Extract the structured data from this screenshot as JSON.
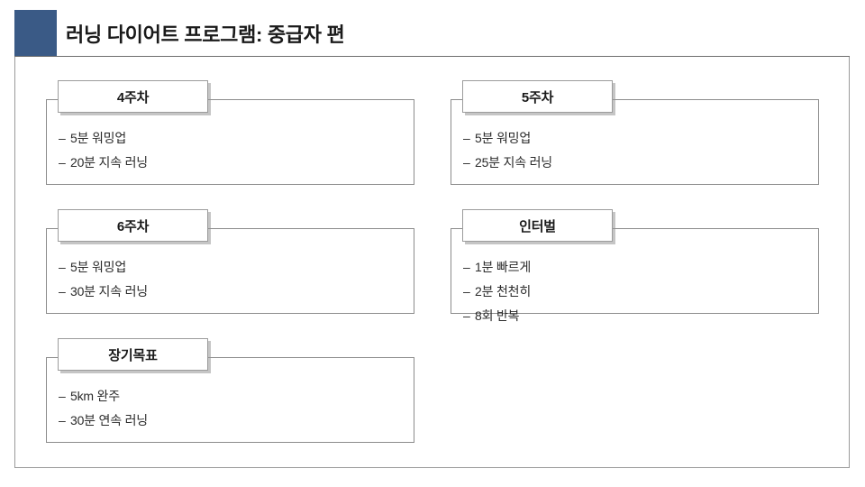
{
  "header": {
    "title": "러닝 다이어트 프로그램: 중급자 편",
    "accent_color": "#3a5party"
  },
  "theme": {
    "accent_color": "#3a5party",
    "card_border": "#8c8c8c",
    "tab_border": "#9c9c9c",
    "text_color": "#2b2b2b",
    "background": "#ffffff"
  },
  "cards": [
    {
      "title": "4주차",
      "items": [
        {
          "dash": "–",
          "text": "5분 워밍업"
        },
        {
          "dash": "–",
          "text": "20분 지속 러닝"
        }
      ]
    },
    {
      "title": "5주차",
      "items": [
        {
          "dash": "–",
          "text": "5분 워밍업"
        },
        {
          "dash": "–",
          "text": "25분 지속 러닝"
        }
      ]
    },
    {
      "title": "6주차",
      "items": [
        {
          "dash": "–",
          "text": "5분 워밍업"
        },
        {
          "dash": "–",
          "text": "30분 지속 러닝"
        }
      ]
    },
    {
      "title": "인터벌",
      "items": [
        {
          "dash": "–",
          "text": "1분 빠르게"
        },
        {
          "dash": "–",
          "text": "2분 천천히"
        },
        {
          "dash": "–",
          "text": "8회 반복"
        }
      ]
    },
    {
      "title": "장기목표",
      "items": [
        {
          "dash": "–",
          "text": "5km 완주"
        },
        {
          "dash": "–",
          "text": "30분 연속 러닝"
        }
      ]
    }
  ]
}
